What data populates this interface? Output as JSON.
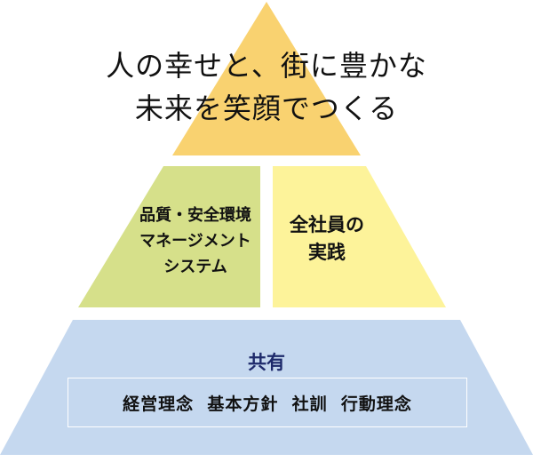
{
  "pyramid": {
    "top": {
      "text": "人の幸せと、街に豊かな\n未来を笑顔でつくる",
      "color": "#f9d270"
    },
    "middle_left": {
      "text": "品質・安全環境\nマネージメント\nシステム",
      "color": "#d6e08a"
    },
    "middle_right": {
      "text": "全社員の\n実践",
      "color": "#fdf39a"
    },
    "base": {
      "title": "共有",
      "values": "経営理念  基本方針  社訓  行動理念",
      "color": "#c5d8ef",
      "title_color": "#1e2a6b"
    }
  }
}
